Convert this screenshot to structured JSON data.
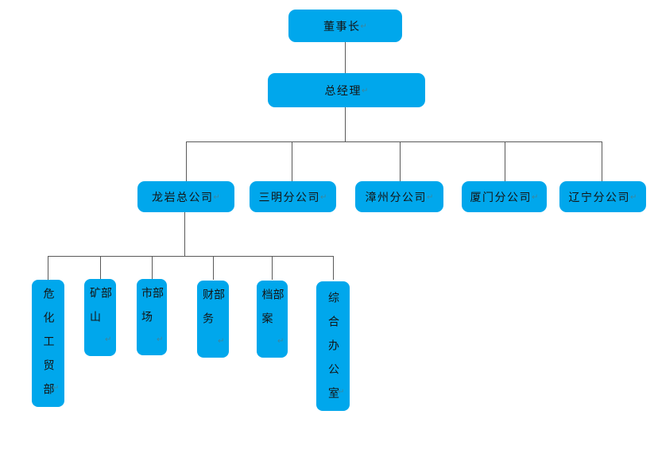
{
  "org": {
    "paragraph_mark": "↵",
    "colors": {
      "node_fill": "#00a7ec",
      "connector": "#595959",
      "text": "#141414",
      "paragraph_mark_color": "#47808f",
      "background": "#ffffff"
    },
    "nodes": {
      "chairman": {
        "label": "董事长"
      },
      "general_manager": {
        "label": "总经理"
      },
      "longyan_hq": {
        "label": "龙岩总公司"
      },
      "sanming_branch": {
        "label": "三明分公司"
      },
      "zhangzhou_branch": {
        "label": "漳州分公司"
      },
      "xiamen_branch": {
        "label": "厦门分公司"
      },
      "liaoning_branch": {
        "label": "辽宁分公司"
      },
      "hazchem_trade_dept": {
        "label": "危化工贸部"
      },
      "mining_dept": {
        "label": "矿山部"
      },
      "market_dept": {
        "label": "市场部"
      },
      "finance_dept": {
        "label": "财务部"
      },
      "archives_dept": {
        "label": "档案部"
      },
      "general_office": {
        "label": "综合办公室"
      }
    }
  }
}
